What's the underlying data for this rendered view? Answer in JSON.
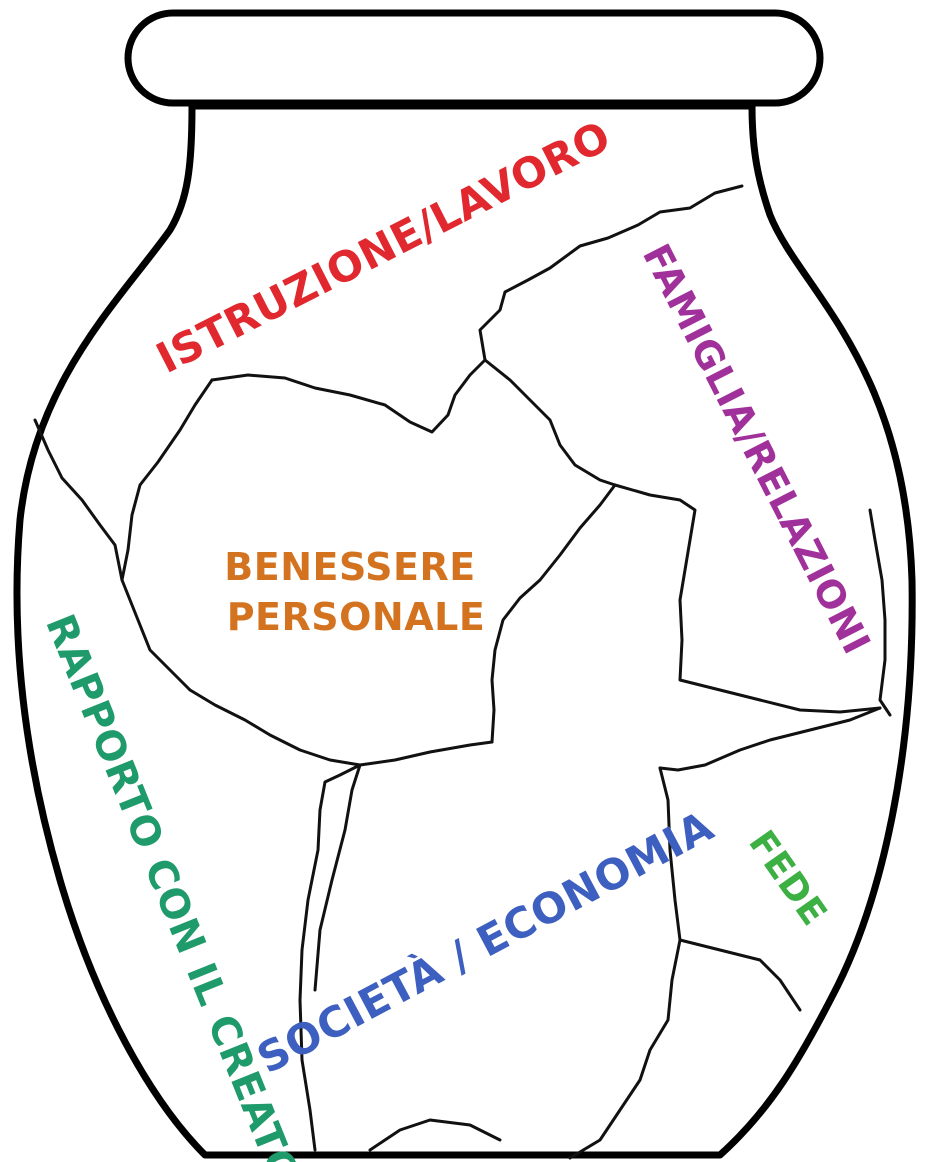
{
  "labels": {
    "istruzione": {
      "text": "ISTRUZIONE/LAVORO",
      "color": "#e0282e"
    },
    "famiglia": {
      "text": "FAMIGLIA/RELAZIONI",
      "color": "#a0309a"
    },
    "benessere_line1": {
      "text": "BENESSERE",
      "color": "#d3731f"
    },
    "benessere_line2": {
      "text": "PERSONALE",
      "color": "#d3731f"
    },
    "rapporto": {
      "text": "RAPPORTO CON IL CREATO",
      "color": "#1f9a6a"
    },
    "societa": {
      "text": "SOCIETÀ / ECONOMIA",
      "color": "#3d5fbf"
    },
    "fede": {
      "text": "FEDE",
      "color": "#3cb043"
    }
  },
  "colors": {
    "outline": "#000000",
    "background": "#ffffff",
    "crack": "#111111"
  }
}
